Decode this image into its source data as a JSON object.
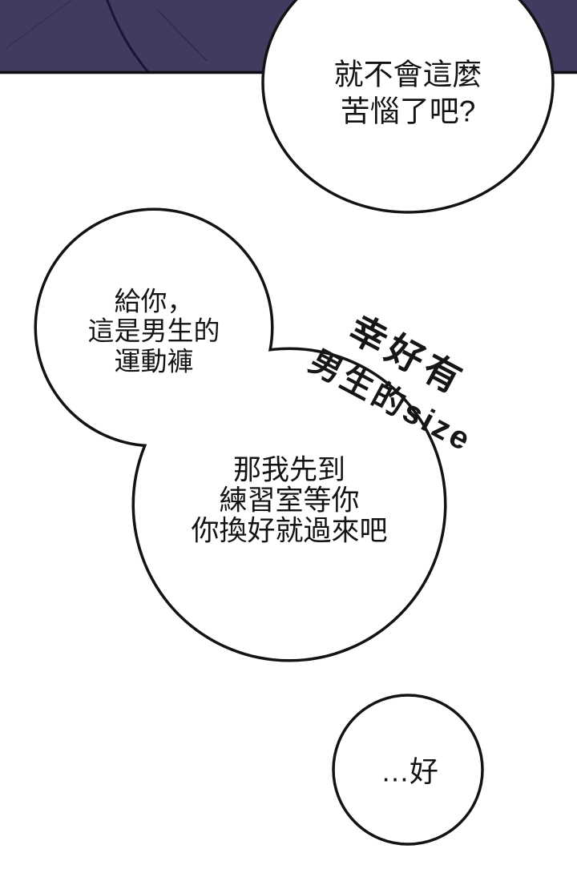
{
  "page": {
    "paper": "#ffffff",
    "ink": "#131313"
  },
  "top_panel": {
    "fill": "#403c60",
    "crease": "#1a1438",
    "edge": "#0c0c12"
  },
  "speech": {
    "top_right": {
      "line1": "就不會這麼",
      "line2": "苦惱了吧?"
    },
    "give_you": {
      "line1": "給你，",
      "line2": "這是男生的",
      "line3": "運動褲"
    },
    "practice_room": {
      "line1": "那我先到",
      "line2": "練習室等你",
      "line3": "你換好就過來吧"
    },
    "reply": {
      "line1": "…好"
    }
  },
  "handwriting": {
    "color": "#161616",
    "line1": "幸好有",
    "line2": "男生的size"
  }
}
